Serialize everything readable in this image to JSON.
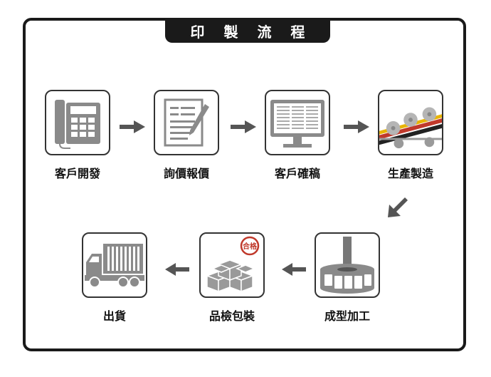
{
  "title": "印 製 流 程",
  "steps": [
    {
      "label": "客戶開發",
      "icon": "telephone-icon"
    },
    {
      "label": "詢價報價",
      "icon": "quote-form-icon"
    },
    {
      "label": "客戶確稿",
      "icon": "monitor-proof-icon"
    },
    {
      "label": "生產製造",
      "icon": "printing-rollers-icon"
    },
    {
      "label": "成型加工",
      "icon": "label-roll-icon"
    },
    {
      "label": "品檢包裝",
      "icon": "boxes-stamp-icon"
    },
    {
      "label": "出貨",
      "icon": "truck-icon"
    }
  ],
  "colors": {
    "frame": "#1a1a1a",
    "icon_gray": "#8a8a8a",
    "arrow": "#555555",
    "stamp_red": "#c0392b"
  },
  "stamp_text": "合格"
}
